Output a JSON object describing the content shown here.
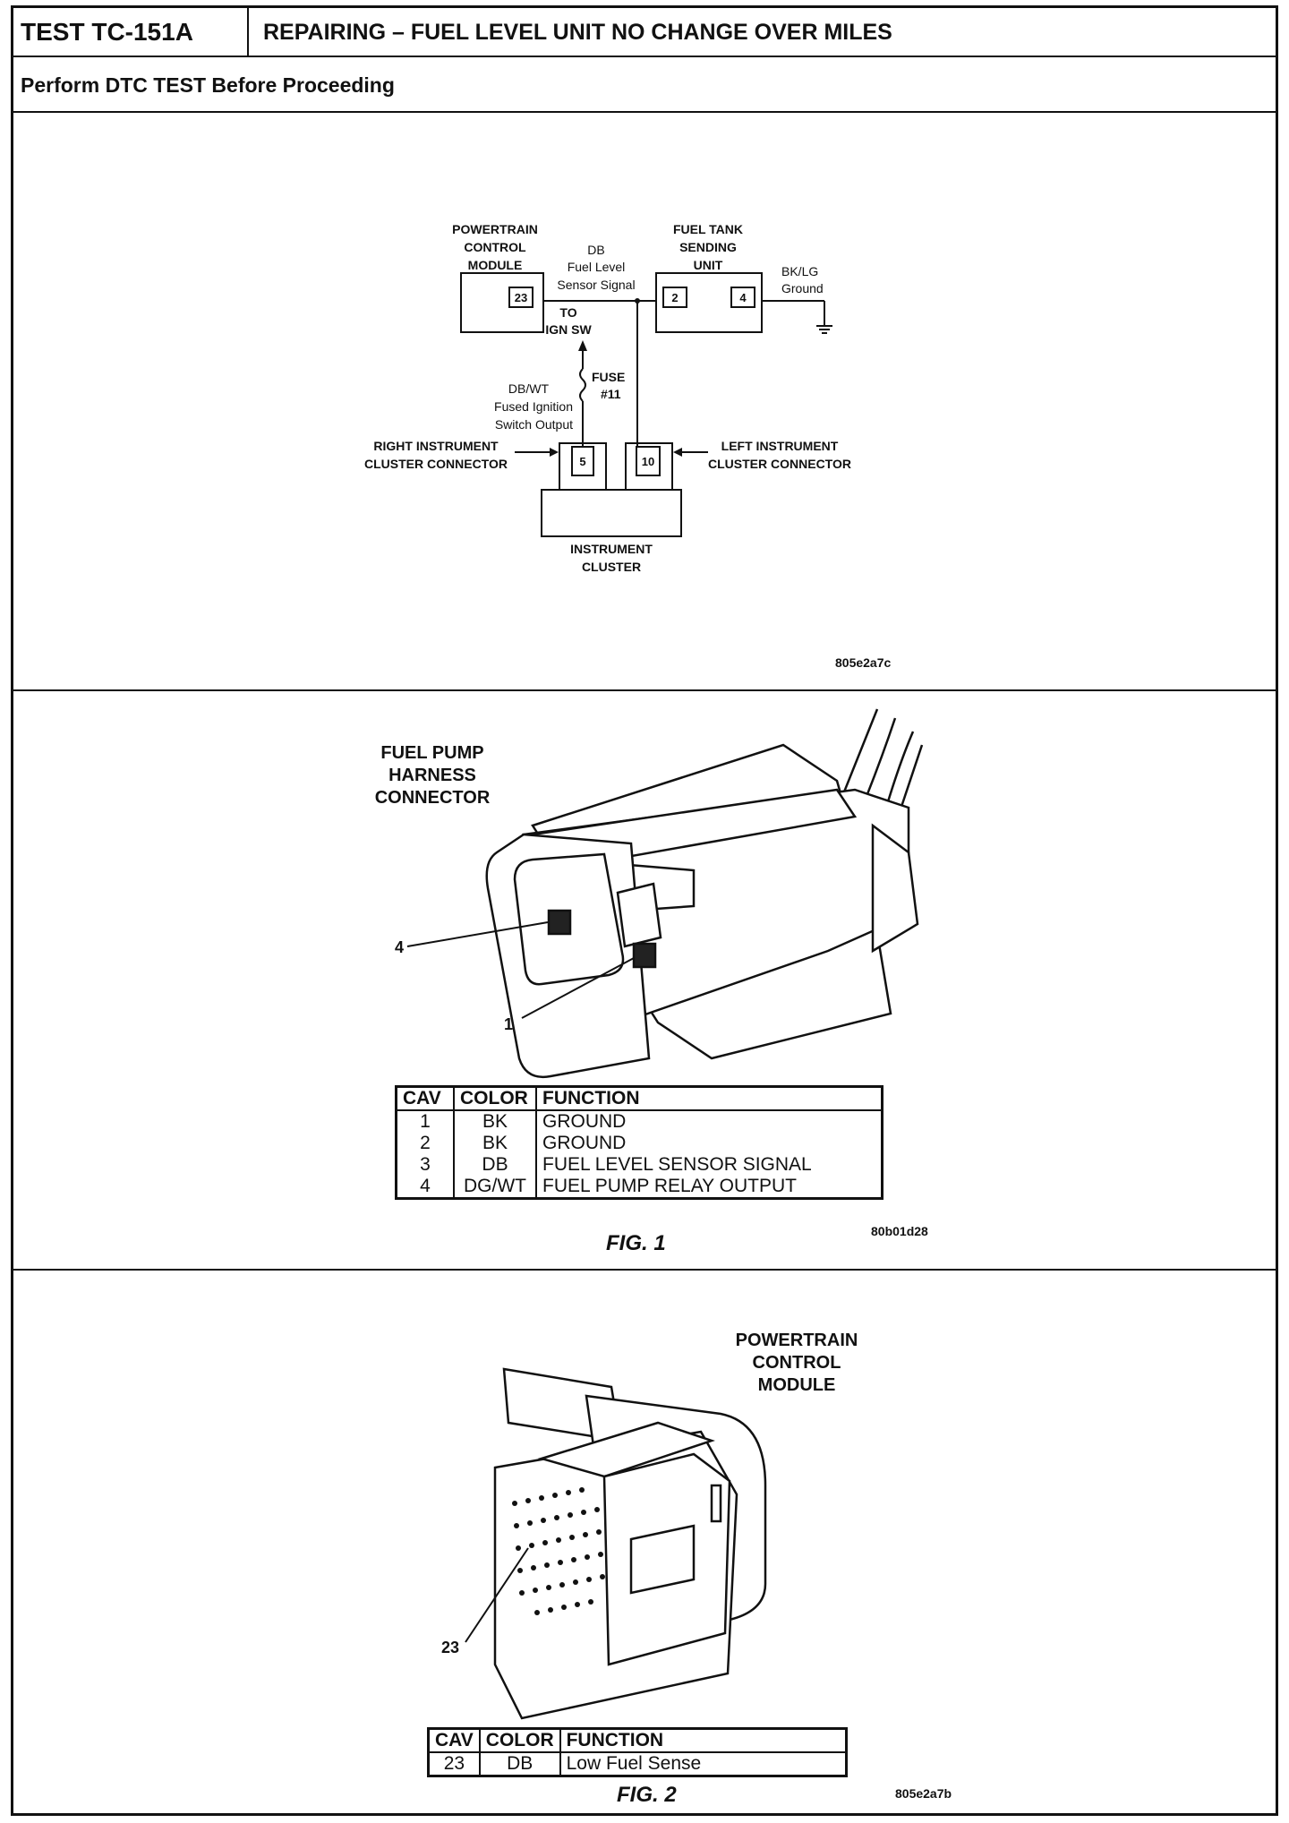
{
  "header": {
    "test_id": "TEST TC-151A",
    "title": "REPAIRING – FUEL LEVEL UNIT NO CHANGE OVER MILES",
    "subtitle": "Perform DTC TEST Before Proceeding"
  },
  "schematic": {
    "pcm_label": [
      "POWERTRAIN",
      "CONTROL",
      "MODULE"
    ],
    "pcm_pin": "23",
    "fuel_tank_label": [
      "FUEL TANK",
      "SENDING",
      "UNIT"
    ],
    "tank_pin_left": "2",
    "tank_pin_right": "4",
    "db_wire": [
      "DB",
      "Fuel Level",
      "Sensor Signal"
    ],
    "ground_wire": [
      "BK/LG",
      "Ground"
    ],
    "to_ign": [
      "TO",
      "IGN SW"
    ],
    "fuse": [
      "FUSE",
      "#11"
    ],
    "dbwt_wire": [
      "DB/WT",
      "Fused Ignition",
      "Switch Output"
    ],
    "right_connector": [
      "RIGHT INSTRUMENT",
      "CLUSTER CONNECTOR"
    ],
    "left_connector": [
      "LEFT INSTRUMENT",
      "CLUSTER CONNECTOR"
    ],
    "cluster_pin_5": "5",
    "cluster_pin_10": "10",
    "cluster_label": [
      "INSTRUMENT",
      "CLUSTER"
    ],
    "code": "805e2a7c"
  },
  "fig1": {
    "connector_label": [
      "FUEL PUMP",
      "HARNESS",
      "CONNECTOR"
    ],
    "callout_4": "4",
    "callout_1": "1",
    "table": {
      "headers": [
        "CAV",
        "COLOR",
        "FUNCTION"
      ],
      "rows": [
        [
          "1",
          "BK",
          "GROUND"
        ],
        [
          "2",
          "BK",
          "GROUND"
        ],
        [
          "3",
          "DB",
          "FUEL LEVEL SENSOR SIGNAL"
        ],
        [
          "4",
          "DG/WT",
          "FUEL PUMP RELAY OUTPUT"
        ]
      ]
    },
    "caption": "FIG. 1",
    "code": "80b01d28"
  },
  "fig2": {
    "module_label": [
      "POWERTRAIN",
      "CONTROL",
      "MODULE"
    ],
    "callout_23": "23",
    "table": {
      "headers": [
        "CAV",
        "COLOR",
        "FUNCTION"
      ],
      "rows": [
        [
          "23",
          "DB",
          "Low Fuel Sense"
        ]
      ]
    },
    "caption": "FIG. 2",
    "code": "805e2a7b"
  }
}
